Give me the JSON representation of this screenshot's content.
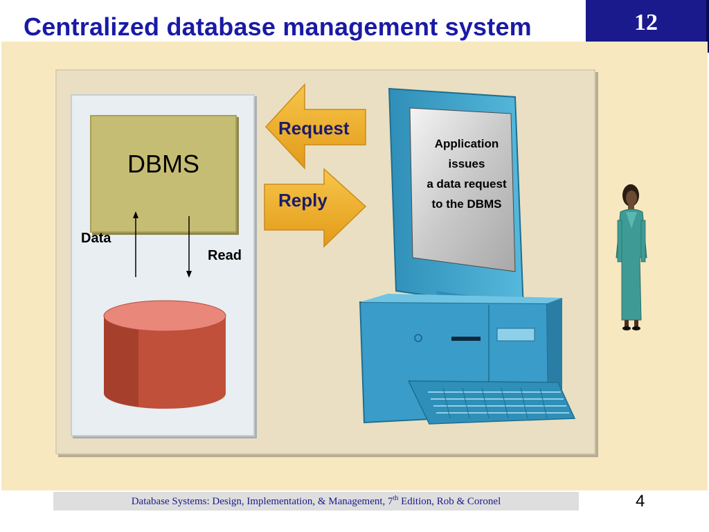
{
  "header": {
    "title": "Centralized database management system",
    "chapter_number": "12"
  },
  "diagram": {
    "dbms_label": "DBMS",
    "data_label": "Data",
    "read_label": "Read",
    "request_label": "Request",
    "reply_label": "Reply",
    "screen_text": [
      "Application",
      "issues",
      "a data request",
      "to the DBMS"
    ]
  },
  "footer": {
    "citation_pre": "Database Systems: Design, Implementation, & Management, 7",
    "citation_sup": "th",
    "citation_post": " Edition, Rob & Coronel",
    "page_number": "4"
  },
  "colors": {
    "title": "#1a1aa6",
    "chapter_box": "#1a1a8c",
    "panel": "#f8e8c0",
    "dbms_box": "#c6bd74",
    "database": "#c0503a",
    "arrow": "#f0b030",
    "computer": "#3aa0c8"
  },
  "icons": [
    "database-cylinder-icon",
    "computer-icon",
    "person-icon",
    "request-arrow-icon",
    "reply-arrow-icon"
  ]
}
